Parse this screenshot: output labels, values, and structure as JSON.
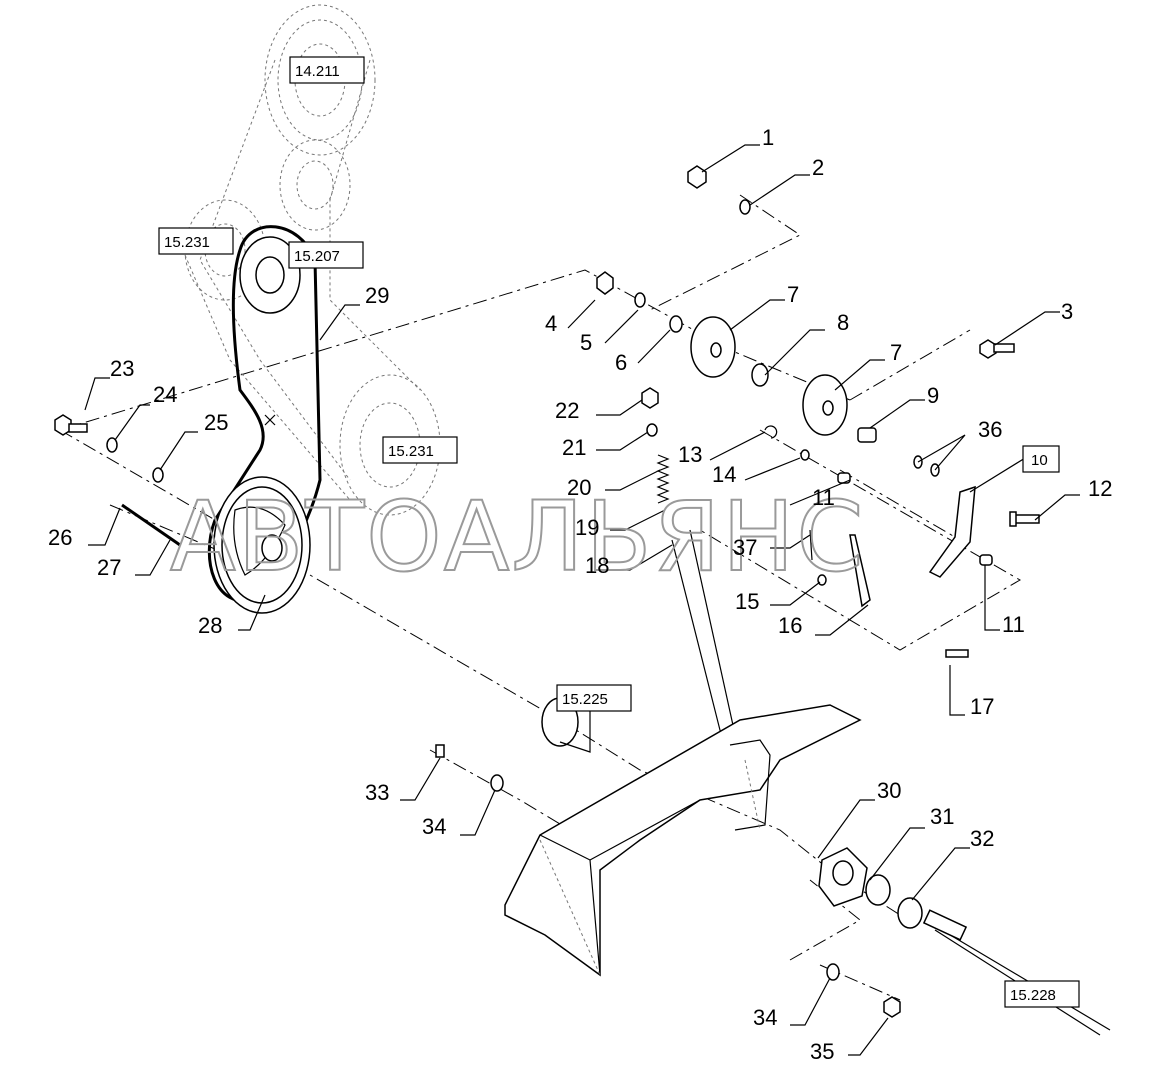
{
  "watermark": "АВТОАЛЬЯНС",
  "reference_boxes": [
    "14.211",
    "15.231",
    "15.207",
    "15.231",
    "15.225",
    "10",
    "15.228"
  ],
  "callouts": [
    "1",
    "2",
    "3",
    "4",
    "5",
    "6",
    "7",
    "8",
    "7",
    "9",
    "36",
    "12",
    "11",
    "11",
    "13",
    "14",
    "22",
    "21",
    "20",
    "19",
    "18",
    "37",
    "15",
    "16",
    "17",
    "23",
    "24",
    "25",
    "26",
    "27",
    "28",
    "29",
    "33",
    "34",
    "30",
    "31",
    "32",
    "34",
    "35"
  ]
}
